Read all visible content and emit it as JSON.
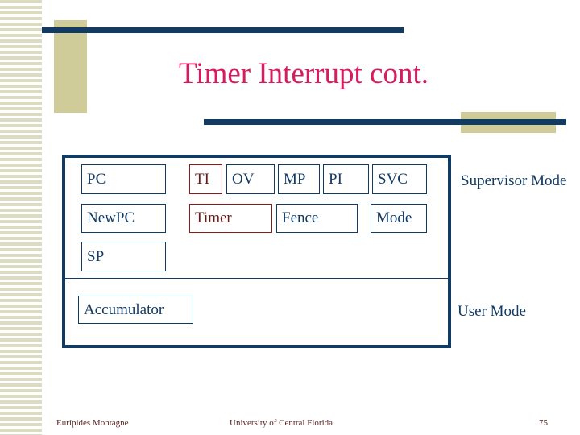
{
  "slide": {
    "title": "Timer Interrupt cont.",
    "title_color": "#d81a60",
    "accent_navy": "#123b63",
    "accent_khaki": "#cfcc99",
    "accent_red": "#8b1a1a",
    "stripe_color": "#dcdcc3"
  },
  "diagram": {
    "row1": [
      {
        "label": "PC",
        "style": "navy"
      },
      {
        "label": "TI",
        "style": "red"
      },
      {
        "label": "OV",
        "style": "navy"
      },
      {
        "label": "MP",
        "style": "navy"
      },
      {
        "label": "PI",
        "style": "navy"
      },
      {
        "label": "SVC",
        "style": "navy"
      }
    ],
    "row2": [
      {
        "label": "NewPC",
        "style": "navy"
      },
      {
        "label": "Timer",
        "style": "red"
      },
      {
        "label": "Fence",
        "style": "navy"
      },
      {
        "label": "Mode",
        "style": "navy"
      }
    ],
    "row3": [
      {
        "label": "SP",
        "style": "navy"
      }
    ],
    "row4": [
      {
        "label": "Accumulator",
        "style": "navy"
      }
    ],
    "mode_supervisor": "Supervisor Mode",
    "mode_user": "User Mode"
  },
  "footer": {
    "author": "Eurípides Montagne",
    "organization": "University of Central Florida",
    "page_number": "75"
  }
}
